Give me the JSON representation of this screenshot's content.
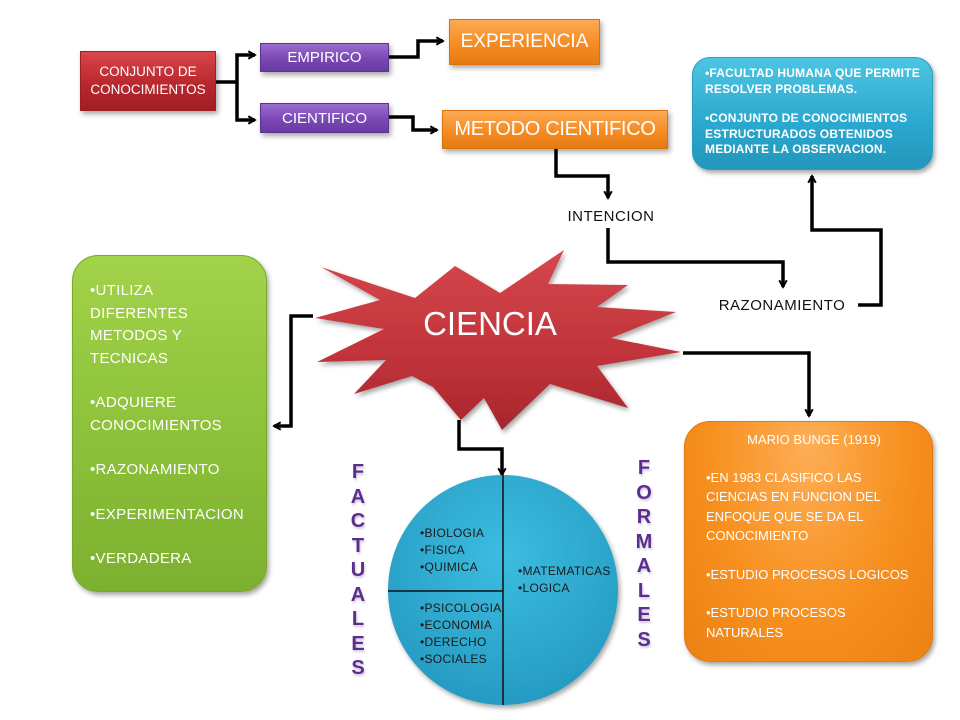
{
  "diagram": {
    "root": {
      "label_line1": "CONJUNTO DE",
      "label_line2": "CONOCIMIENTOS",
      "color": "#b8282e"
    },
    "empirico": {
      "label": "EMPIRICO",
      "color": "#7a48b4"
    },
    "cientifico": {
      "label": "CIENTIFICO",
      "color": "#7a48b4"
    },
    "experiencia": {
      "label": "EXPERIENCIA",
      "color": "#f68c22"
    },
    "metodo": {
      "label": "METODO CIENTIFICO",
      "color": "#f68c22"
    },
    "intencion": {
      "label": "INTENCION"
    },
    "razonamiento": {
      "label": "RAZONAMIENTO"
    },
    "definition_box": {
      "color": "#2aa8cf",
      "items": [
        "•FACULTAD HUMANA QUE PERMITE RESOLVER PROBLEMAS.",
        "•CONJUNTO DE CONOCIMIENTOS ESTRUCTURADOS OBTENIDOS MEDIANTE LA OBSERVACION."
      ]
    },
    "center": {
      "label": "CIENCIA",
      "color": "#c0333a"
    },
    "characteristics_box": {
      "color": "#8cc13a",
      "items": [
        "•UTILIZA DIFERENTES METODOS Y TECNICAS",
        "•ADQUIERE CONOCIMIENTOS",
        "•RAZONAMIENTO",
        "•EXPERIMENTACION",
        "•VERDADERA"
      ]
    },
    "bunge_box": {
      "color": "#f7901f",
      "title": "MARIO BUNGE (1919)",
      "items": [
        "•EN 1983 CLASIFICO LAS CIENCIAS EN FUNCION DEL ENFOQUE QUE SE DA EL CONOCIMIENTO",
        "•ESTUDIO PROCESOS LOGICOS",
        "•ESTUDIO PROCESOS NATURALES"
      ]
    },
    "classification": {
      "circle_color": "#2fa9d0",
      "factuales_label": [
        "F",
        "A",
        "C",
        "T",
        "U",
        "A",
        "L",
        "E",
        "S"
      ],
      "formales_label": [
        "F",
        "O",
        "R",
        "M",
        "A",
        "L",
        "E",
        "S"
      ],
      "factuales_natural": [
        "•BIOLOGIA",
        "•FISICA",
        "•QUIMICA"
      ],
      "factuales_social": [
        "•PSICOLOGIA",
        "•ECONOMIA",
        "•DERECHO",
        "•SOCIALES"
      ],
      "formales": [
        "•MATEMATICAS",
        "•LOGICA"
      ],
      "label_color": "#5b2e8e"
    }
  }
}
